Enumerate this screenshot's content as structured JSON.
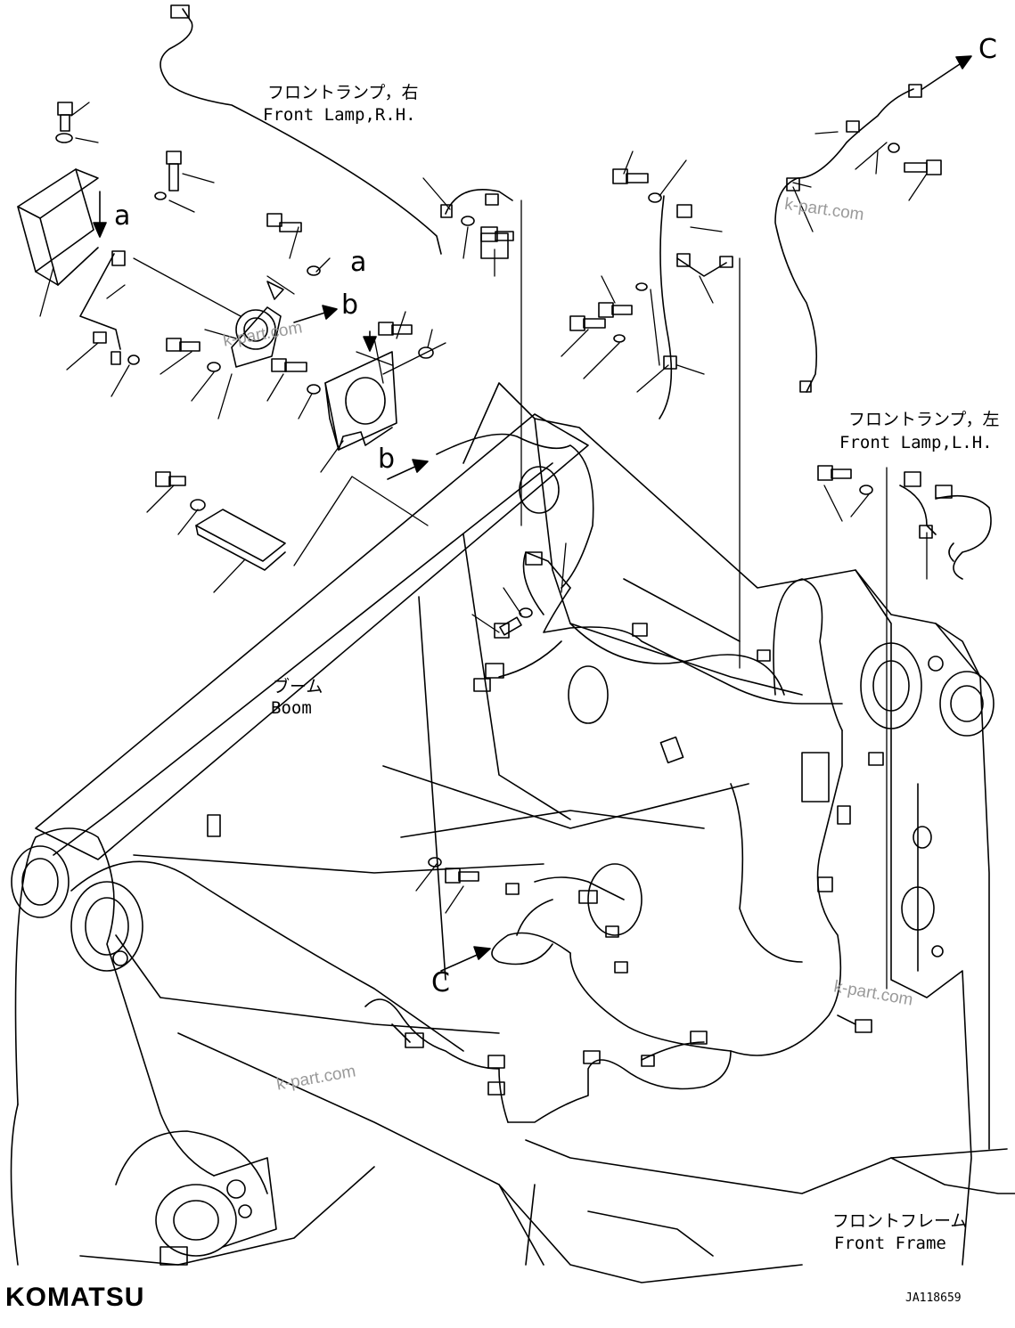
{
  "labels": {
    "front_lamp_rh_jp": "フロントランプ，右",
    "front_lamp_rh_en": "Front Lamp,R.H.",
    "front_lamp_lh_jp": "フロントランプ，左",
    "front_lamp_lh_en": "Front Lamp,L.H.",
    "boom_jp": "ブーム",
    "boom_en": "Boom",
    "front_frame_jp": "フロントフレーム",
    "front_frame_en": "Front Frame"
  },
  "view_markers": {
    "a_top": "a",
    "a_left": "a",
    "b_upper": "b",
    "b_lower": "b",
    "c_top": "C",
    "c_lower": "C"
  },
  "watermarks": [
    "k-part.com",
    "k-part.com",
    "k-part.com",
    "k-part.com"
  ],
  "brand": "KOMATSU",
  "drawing_code": "JA118659",
  "colors": {
    "line": "#000000",
    "watermark": "#9a9a9a",
    "background": "#ffffff"
  }
}
